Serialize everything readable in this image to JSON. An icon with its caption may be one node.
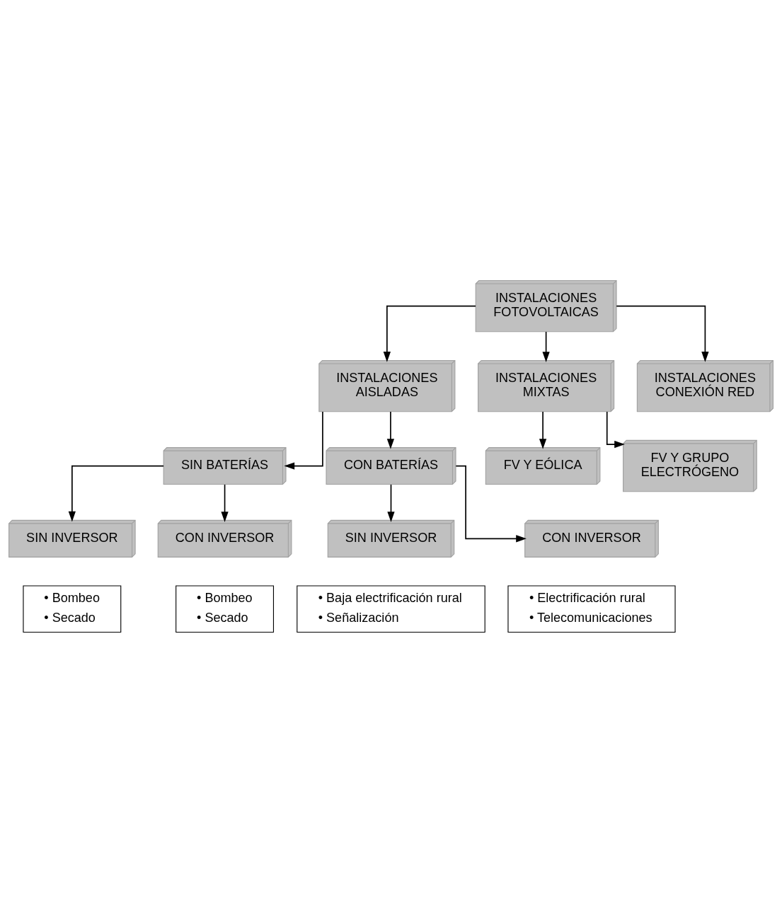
{
  "diagram": {
    "nodes": [
      {
        "text": [
          "INSTALACIONES FOTOVOLTAICAS"
        ]
      },
      {
        "text": [
          "INSTALACIONES AISLADAS"
        ]
      },
      {
        "text": [
          "INSTALACIONES MIXTAS"
        ]
      },
      {
        "text": [
          "INSTALACIONES CONEXIÓN RED"
        ]
      },
      {
        "text": [
          "FV Y EÓLICA"
        ]
      },
      {
        "text": [
          "FV Y GRUPO ELECTRÓGENO"
        ]
      },
      {
        "text": [
          "SIN BATERÍAS"
        ]
      },
      {
        "text": [
          "CON BATERÍAS"
        ]
      },
      {
        "text": [
          "SIN INVERSOR"
        ]
      },
      {
        "text": [
          "• Bombeo",
          "• Secado"
        ]
      },
      {
        "text": [
          "CON INVERSOR"
        ]
      },
      {
        "text": [
          "• Bombeo",
          "• Secado"
        ]
      },
      {
        "text": [
          "SIN INVERSOR"
        ]
      },
      {
        "text": [
          "• Baja electrificación rural",
          "• Señalización"
        ]
      },
      {
        "text": [
          "CON INVERSOR"
        ]
      },
      {
        "text": [
          "• Electrificación rural",
          "• Telecomunicaciones"
        ]
      }
    ],
    "edges": [
      {
        "from": 0,
        "to": 1,
        "arrow": "to"
      },
      {
        "from": 0,
        "to": 2,
        "arrow": "to"
      },
      {
        "from": 0,
        "to": 3,
        "arrow": "to"
      },
      {
        "from": 1,
        "to": 6,
        "arrow": "to"
      },
      {
        "from": 1,
        "to": 7,
        "arrow": "to"
      },
      {
        "from": 2,
        "to": 4,
        "arrow": "to"
      },
      {
        "from": 2,
        "to": 5,
        "arrow": "to"
      },
      {
        "from": 6,
        "to": 8,
        "arrow": "to"
      },
      {
        "from": 6,
        "to": 10,
        "arrow": "to"
      },
      {
        "from": 7,
        "to": 12,
        "arrow": "to"
      },
      {
        "from": 7,
        "to": 14,
        "arrow": "to"
      }
    ]
  }
}
